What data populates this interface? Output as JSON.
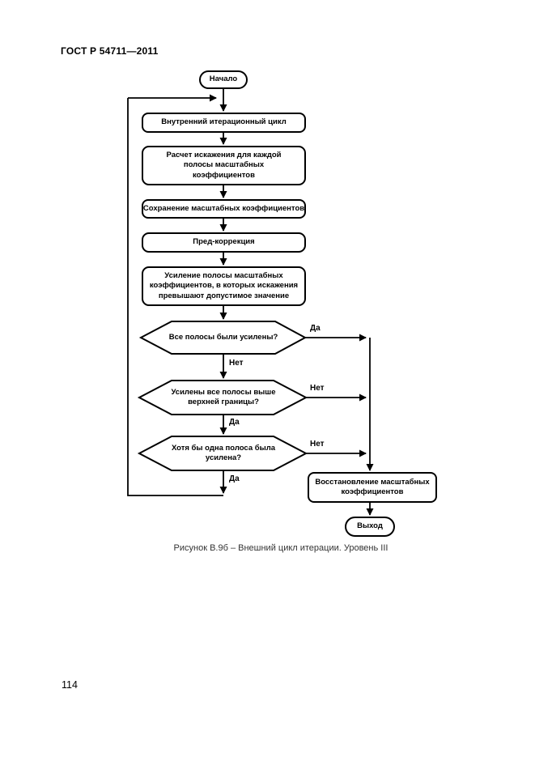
{
  "page": {
    "header": "ГОСТ Р 54711—2011",
    "page_number": "114",
    "caption": "Рисунок В.9б – Внешний цикл итерации. Уровень III"
  },
  "colors": {
    "ink": "#000000",
    "paper": "#ffffff"
  },
  "flowchart": {
    "nodes": [
      {
        "id": "start",
        "type": "terminator",
        "label": "Начало"
      },
      {
        "id": "inner-loop",
        "type": "process",
        "label": "Внутренний итерационный цикл"
      },
      {
        "id": "calc-distortion",
        "type": "process",
        "label": "Расчет искажения для каждой полосы масштабных коэффициентов"
      },
      {
        "id": "save-factors",
        "type": "process",
        "label": "Сохранение масштабных коэффициентов"
      },
      {
        "id": "pre-correction",
        "type": "process",
        "label": "Пред-коррекция"
      },
      {
        "id": "amplify-bands",
        "type": "process",
        "label": "Усиление полосы масштабных коэффициентов, в которых искажения превышают допустимое значение"
      },
      {
        "id": "all-amplified",
        "type": "decision",
        "label": "Все полосы были усилены?"
      },
      {
        "id": "above-upper",
        "type": "decision",
        "label": "Усилены все полосы выше верхней границы?"
      },
      {
        "id": "at-least-one",
        "type": "decision",
        "label": "Хотя бы одна полоса была усилена?"
      },
      {
        "id": "restore",
        "type": "process",
        "label": "Восстановление масштабных коэффициентов"
      },
      {
        "id": "end",
        "type": "terminator",
        "label": "Выход"
      }
    ],
    "edges": [
      {
        "from": "start",
        "to": "inner-loop",
        "label": ""
      },
      {
        "from": "inner-loop",
        "to": "calc-distortion",
        "label": ""
      },
      {
        "from": "calc-distortion",
        "to": "save-factors",
        "label": ""
      },
      {
        "from": "save-factors",
        "to": "pre-correction",
        "label": ""
      },
      {
        "from": "pre-correction",
        "to": "amplify-bands",
        "label": ""
      },
      {
        "from": "amplify-bands",
        "to": "all-amplified",
        "label": ""
      },
      {
        "from": "all-amplified",
        "to": "restore",
        "label": "Да"
      },
      {
        "from": "all-amplified",
        "to": "above-upper",
        "label": "Нет"
      },
      {
        "from": "above-upper",
        "to": "restore",
        "label": "Нет"
      },
      {
        "from": "above-upper",
        "to": "at-least-one",
        "label": "Да"
      },
      {
        "from": "at-least-one",
        "to": "restore",
        "label": "Нет"
      },
      {
        "from": "at-least-one",
        "to": "inner-loop",
        "label": "Да"
      },
      {
        "from": "restore",
        "to": "end",
        "label": ""
      }
    ]
  }
}
